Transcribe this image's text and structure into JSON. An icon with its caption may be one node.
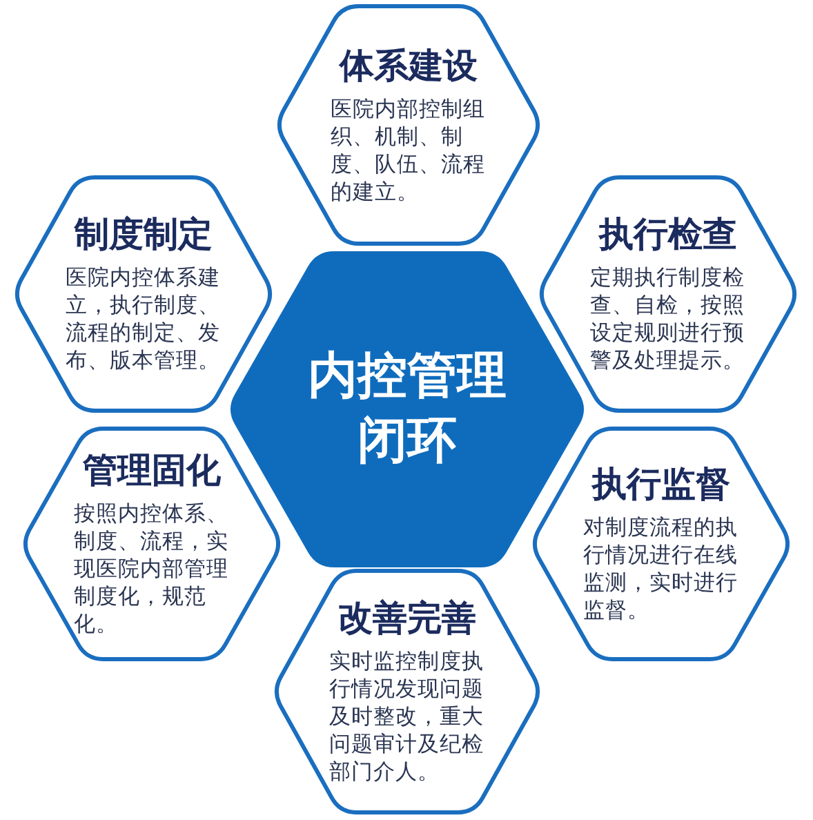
{
  "diagram": {
    "nodes": [
      {
        "text": [
          "体系建设",
          "医院内部控制组织、机制、制度、队伍、流程的建立。"
        ]
      },
      {
        "text": [
          "制度制定",
          "医院内控体系建立，执行制度、流程的制定、发布、版本管理。"
        ]
      },
      {
        "text": [
          "执行检查",
          "定期执行制度检查、自检，按照设定规则进行预警及处理提示。"
        ]
      },
      {
        "text": [
          "内控管理闭环"
        ]
      },
      {
        "text": [
          "管理固化",
          "按照内控体系、制度、流程，实现医院内部管理制度化，规范化。"
        ]
      },
      {
        "text": [
          "执行监督",
          "对制度流程的执行情况进行在线监测，实时进行监督。"
        ]
      },
      {
        "text": [
          "改善完善",
          "实时监控制度执行情况发现问题及时整改，重大问题审计及纪检部门介人。"
        ]
      }
    ]
  }
}
